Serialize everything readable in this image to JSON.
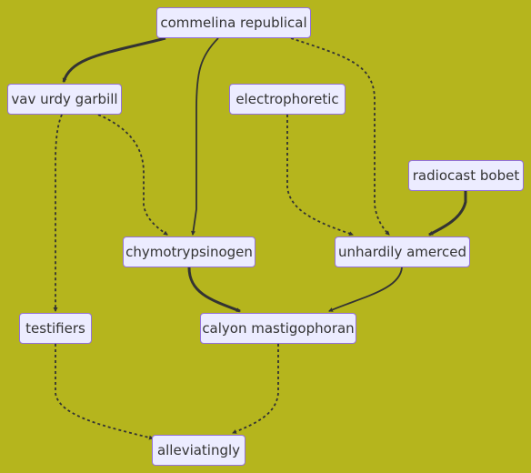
{
  "colors": {
    "background": "#b5b51d",
    "node_fill": "#ececff",
    "node_border": "#9370db",
    "edge": "#333333",
    "text": "#333333"
  },
  "nodes": {
    "commelina": "commelina republical",
    "vav": "vav urdy garbill",
    "electrophoretic": "electrophoretic",
    "radiocast": "radiocast bobet",
    "chymotrypsinogen": "chymotrypsinogen",
    "unhardily": "unhardily amerced",
    "testifiers": "testifiers",
    "calyon": "calyon mastigophoran",
    "alleviatingly": "alleviatingly"
  },
  "edges": [
    {
      "from": "commelina republical",
      "to": "vav urdy garbill",
      "style": "thick"
    },
    {
      "from": "commelina republical",
      "to": "chymotrypsinogen",
      "style": "solid"
    },
    {
      "from": "commelina republical",
      "to": "unhardily amerced",
      "style": "dotted"
    },
    {
      "from": "vav urdy garbill",
      "to": "chymotrypsinogen",
      "style": "dotted"
    },
    {
      "from": "vav urdy garbill",
      "to": "testifiers",
      "style": "dotted"
    },
    {
      "from": "electrophoretic",
      "to": "unhardily amerced",
      "style": "dotted"
    },
    {
      "from": "radiocast bobet",
      "to": "unhardily amerced",
      "style": "thick"
    },
    {
      "from": "chymotrypsinogen",
      "to": "calyon mastigophoran",
      "style": "thick"
    },
    {
      "from": "unhardily amerced",
      "to": "calyon mastigophoran",
      "style": "solid"
    },
    {
      "from": "testifiers",
      "to": "alleviatingly",
      "style": "dotted"
    },
    {
      "from": "calyon mastigophoran",
      "to": "alleviatingly",
      "style": "dotted"
    }
  ]
}
